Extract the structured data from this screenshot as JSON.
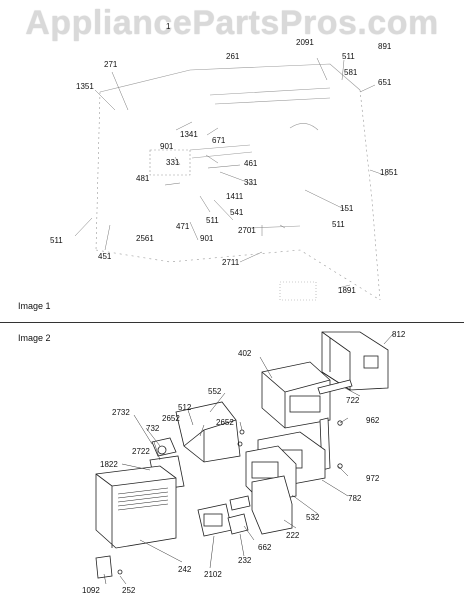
{
  "watermark": "AppliancePartsPros.com",
  "image1": {
    "caption": "Image 1",
    "labels": [
      "1351",
      "271",
      "1",
      "261",
      "2091",
      "511",
      "891",
      "581",
      "651",
      "1341",
      "671",
      "901",
      "331",
      "461",
      "1851",
      "481",
      "331",
      "1411",
      "541",
      "151",
      "471",
      "2561",
      "901",
      "511",
      "2701",
      "511",
      "511",
      "451",
      "2711",
      "1891"
    ]
  },
  "image2": {
    "caption": "Image 2",
    "labels": [
      "812",
      "402",
      "722",
      "552",
      "512",
      "962",
      "2732",
      "2652",
      "2652",
      "732",
      "2722",
      "1822",
      "972",
      "782",
      "532",
      "222",
      "662",
      "242",
      "232",
      "2102",
      "1092",
      "252"
    ]
  }
}
